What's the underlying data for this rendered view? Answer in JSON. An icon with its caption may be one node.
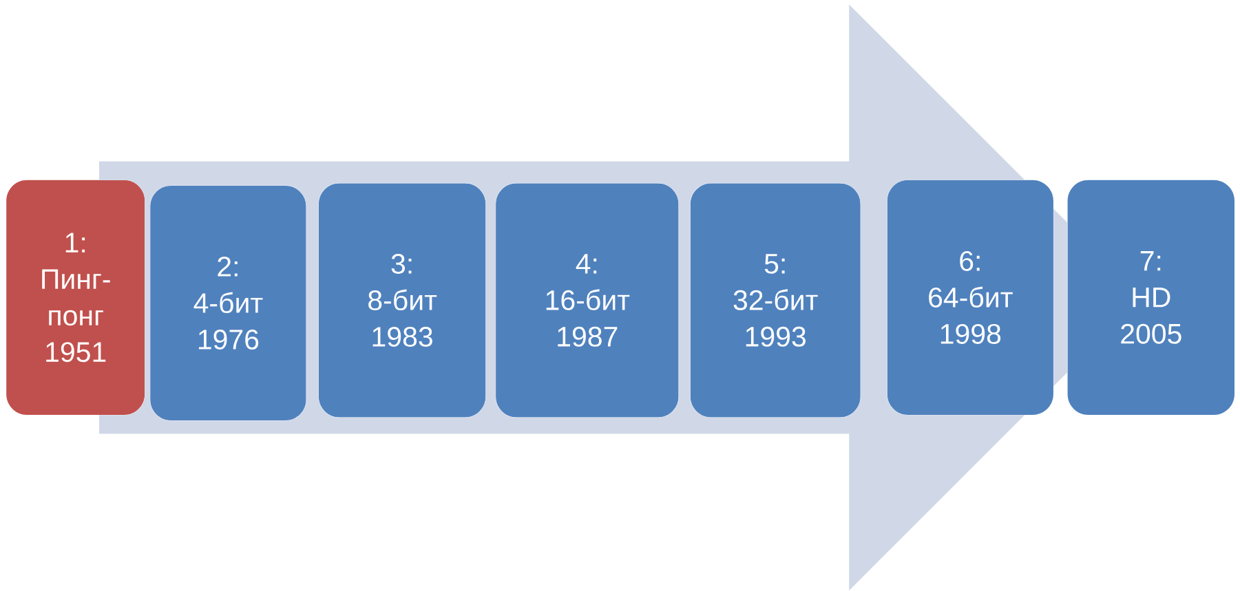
{
  "diagram": {
    "nodes": [
      {
        "text": [
          "1:",
          "Пинг-понг",
          "1951"
        ]
      },
      {
        "text": [
          "2:",
          "4-бит",
          "1976"
        ]
      },
      {
        "text": [
          "3:",
          "8-бит",
          "1983"
        ]
      },
      {
        "text": [
          "4:",
          "16-бит",
          "1987"
        ]
      },
      {
        "text": [
          "5:",
          "32-бит",
          "1993"
        ]
      },
      {
        "text": [
          "6:",
          "64-бит",
          "1998"
        ]
      },
      {
        "text": [
          "7:",
          "HD",
          "2005"
        ]
      }
    ],
    "edges": [
      {
        "from": 0,
        "to": 6,
        "arrow": "to"
      }
    ]
  }
}
